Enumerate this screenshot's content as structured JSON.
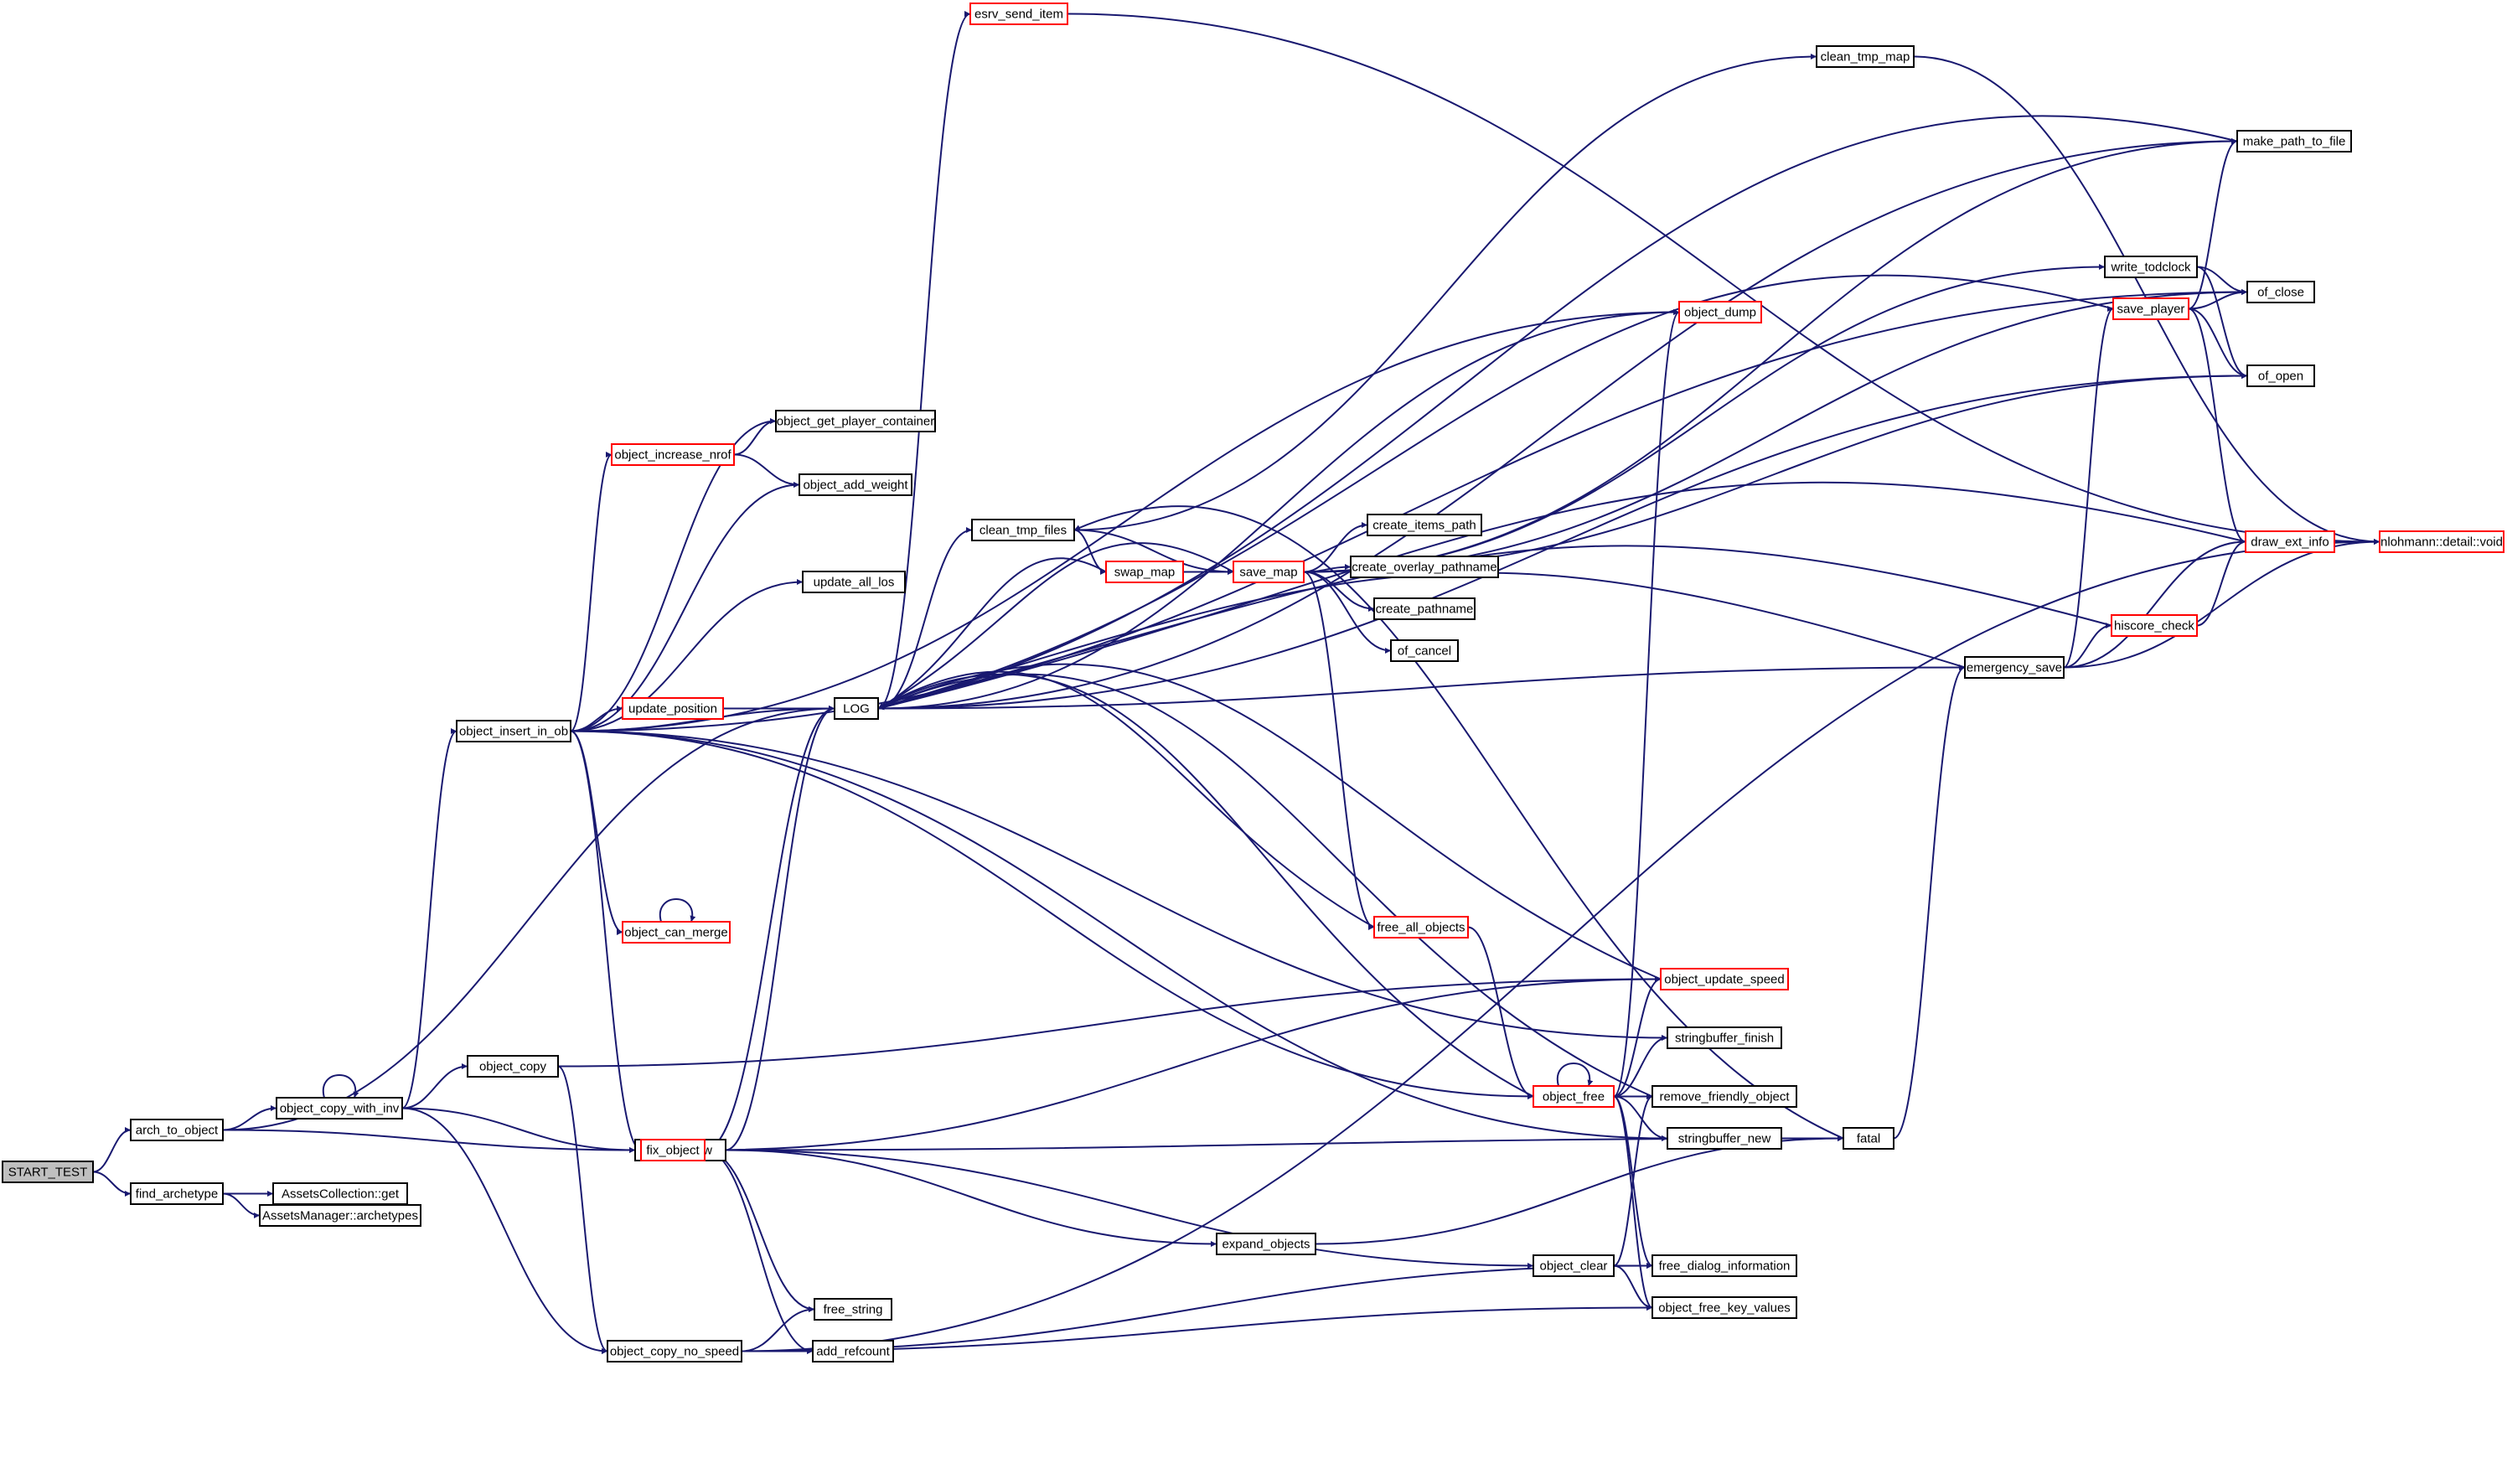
{
  "graph_type": "call graph",
  "colors": {
    "edge": "#191970",
    "box_border": "#000000",
    "highlight_border": "#ff0000",
    "root_fill": "#bfbfbf",
    "background": "#ffffff"
  },
  "nodes": [
    {
      "id": "start_test",
      "label": "START_TEST",
      "root": true,
      "red": false
    },
    {
      "id": "arch_to_object",
      "label": "arch_to_object",
      "red": false
    },
    {
      "id": "find_archetype",
      "label": "find_archetype",
      "red": false
    },
    {
      "id": "object_copy_with_inv",
      "label": "object_copy_with_inv",
      "red": false
    },
    {
      "id": "assetscollection_get",
      "label": "AssetsCollection::get",
      "red": false
    },
    {
      "id": "assetsmanager_archetypes",
      "label": "AssetsManager::archetypes",
      "red": false
    },
    {
      "id": "object_insert_in_ob",
      "label": "object_insert_in_ob",
      "red": false
    },
    {
      "id": "object_copy",
      "label": "object_copy",
      "red": false
    },
    {
      "id": "object_new",
      "label": "object_new",
      "red": false
    },
    {
      "id": "object_copy_no_speed",
      "label": "object_copy_no_speed",
      "red": false
    },
    {
      "id": "object_increase_nrof",
      "label": "object_increase_nrof",
      "red": true
    },
    {
      "id": "object_get_player_container",
      "label": "object_get_player_container",
      "red": false
    },
    {
      "id": "object_add_weight",
      "label": "object_add_weight",
      "red": false
    },
    {
      "id": "update_all_los",
      "label": "update_all_los",
      "red": false
    },
    {
      "id": "update_position",
      "label": "update_position",
      "red": true
    },
    {
      "id": "object_can_merge",
      "label": "object_can_merge",
      "red": true
    },
    {
      "id": "fix_object",
      "label": "fix_object",
      "red": true
    },
    {
      "id": "free_string",
      "label": "free_string",
      "red": false
    },
    {
      "id": "add_refcount",
      "label": "add_refcount",
      "red": false
    },
    {
      "id": "log",
      "label": "LOG",
      "red": false
    },
    {
      "id": "esrv_send_item",
      "label": "esrv_send_item",
      "red": true
    },
    {
      "id": "clean_tmp_files",
      "label": "clean_tmp_files",
      "red": false
    },
    {
      "id": "swap_map",
      "label": "swap_map",
      "red": true
    },
    {
      "id": "save_map",
      "label": "save_map",
      "red": true
    },
    {
      "id": "clean_tmp_map",
      "label": "clean_tmp_map",
      "red": false
    },
    {
      "id": "object_dump",
      "label": "object_dump",
      "red": true
    },
    {
      "id": "create_items_path",
      "label": "create_items_path",
      "red": false
    },
    {
      "id": "create_overlay_pathname",
      "label": "create_overlay_pathname",
      "red": false
    },
    {
      "id": "create_pathname",
      "label": "create_pathname",
      "red": false
    },
    {
      "id": "of_cancel",
      "label": "of_cancel",
      "red": false
    },
    {
      "id": "free_all_objects",
      "label": "free_all_objects",
      "red": true
    },
    {
      "id": "object_update_speed",
      "label": "object_update_speed",
      "red": true
    },
    {
      "id": "stringbuffer_finish",
      "label": "stringbuffer_finish",
      "red": false
    },
    {
      "id": "object_free",
      "label": "object_free",
      "red": true
    },
    {
      "id": "remove_friendly_object",
      "label": "remove_friendly_object",
      "red": false
    },
    {
      "id": "stringbuffer_new",
      "label": "stringbuffer_new",
      "red": false
    },
    {
      "id": "expand_objects",
      "label": "expand_objects",
      "red": false
    },
    {
      "id": "object_clear",
      "label": "object_clear",
      "red": false
    },
    {
      "id": "free_dialog_information",
      "label": "free_dialog_information",
      "red": false
    },
    {
      "id": "object_free_key_values",
      "label": "object_free_key_values",
      "red": false
    },
    {
      "id": "fatal",
      "label": "fatal",
      "red": false
    },
    {
      "id": "emergency_save",
      "label": "emergency_save",
      "red": false
    },
    {
      "id": "make_path_to_file",
      "label": "make_path_to_file",
      "red": false
    },
    {
      "id": "write_todclock",
      "label": "write_todclock",
      "red": false
    },
    {
      "id": "save_player",
      "label": "save_player",
      "red": true
    },
    {
      "id": "of_close",
      "label": "of_close",
      "red": false
    },
    {
      "id": "of_open",
      "label": "of_open",
      "red": false
    },
    {
      "id": "draw_ext_info",
      "label": "draw_ext_info",
      "red": true
    },
    {
      "id": "hiscore_check",
      "label": "hiscore_check",
      "red": true
    },
    {
      "id": "nlohmann_detail_void",
      "label": "nlohmann::detail::void",
      "red": true
    }
  ],
  "edges": [
    [
      "start_test",
      "arch_to_object"
    ],
    [
      "start_test",
      "find_archetype"
    ],
    [
      "arch_to_object",
      "object_copy_with_inv"
    ],
    [
      "arch_to_object",
      "object_new"
    ],
    [
      "arch_to_object",
      "log"
    ],
    [
      "find_archetype",
      "assetscollection_get"
    ],
    [
      "find_archetype",
      "assetsmanager_archetypes"
    ],
    [
      "object_copy_with_inv",
      "object_copy_with_inv"
    ],
    [
      "object_copy_with_inv",
      "object_insert_in_ob"
    ],
    [
      "object_copy_with_inv",
      "object_copy"
    ],
    [
      "object_copy_with_inv",
      "object_new"
    ],
    [
      "object_copy_with_inv",
      "object_copy_no_speed"
    ],
    [
      "object_insert_in_ob",
      "object_increase_nrof"
    ],
    [
      "object_insert_in_ob",
      "object_get_player_container"
    ],
    [
      "object_insert_in_ob",
      "object_add_weight"
    ],
    [
      "object_insert_in_ob",
      "update_all_los"
    ],
    [
      "object_insert_in_ob",
      "update_position"
    ],
    [
      "object_insert_in_ob",
      "log"
    ],
    [
      "object_insert_in_ob",
      "object_can_merge"
    ],
    [
      "object_insert_in_ob",
      "fix_object"
    ],
    [
      "object_insert_in_ob",
      "object_free"
    ],
    [
      "object_insert_in_ob",
      "stringbuffer_finish"
    ],
    [
      "object_insert_in_ob",
      "stringbuffer_new"
    ],
    [
      "object_insert_in_ob",
      "object_dump"
    ],
    [
      "object_insert_in_ob",
      "of_close"
    ],
    [
      "object_increase_nrof",
      "object_get_player_container"
    ],
    [
      "object_increase_nrof",
      "object_add_weight"
    ],
    [
      "update_position",
      "log"
    ],
    [
      "object_can_merge",
      "object_can_merge"
    ],
    [
      "object_copy",
      "object_update_speed"
    ],
    [
      "object_copy",
      "object_copy_no_speed"
    ],
    [
      "object_new",
      "log"
    ],
    [
      "object_new",
      "fatal"
    ],
    [
      "object_new",
      "expand_objects"
    ],
    [
      "object_new",
      "object_clear"
    ],
    [
      "fix_object",
      "log"
    ],
    [
      "fix_object",
      "object_update_speed"
    ],
    [
      "fix_object",
      "free_string"
    ],
    [
      "fix_object",
      "add_refcount"
    ],
    [
      "object_copy_no_speed",
      "free_string"
    ],
    [
      "object_copy_no_speed",
      "add_refcount"
    ],
    [
      "object_copy_no_speed",
      "free_dialog_information"
    ],
    [
      "object_copy_no_speed",
      "object_free_key_values"
    ],
    [
      "object_copy_no_speed",
      "nlohmann_detail_void"
    ],
    [
      "log",
      "esrv_send_item"
    ],
    [
      "log",
      "clean_tmp_files"
    ],
    [
      "log",
      "make_path_to_file"
    ],
    [
      "log",
      "of_open"
    ],
    [
      "log",
      "emergency_save"
    ],
    [
      "log",
      "object_dump"
    ],
    [
      "esrv_send_item",
      "nlohmann_detail_void"
    ],
    [
      "clean_tmp_files",
      "clean_tmp_map"
    ],
    [
      "clean_tmp_files",
      "swap_map"
    ],
    [
      "clean_tmp_files",
      "save_map"
    ],
    [
      "swap_map",
      "save_map"
    ],
    [
      "swap_map",
      "log"
    ],
    [
      "save_map",
      "log"
    ],
    [
      "save_map",
      "create_items_path"
    ],
    [
      "save_map",
      "create_overlay_pathname"
    ],
    [
      "save_map",
      "create_pathname"
    ],
    [
      "save_map",
      "of_cancel"
    ],
    [
      "save_map",
      "free_all_objects"
    ],
    [
      "save_map",
      "make_path_to_file"
    ],
    [
      "save_map",
      "of_close"
    ],
    [
      "save_map",
      "of_open"
    ],
    [
      "save_map",
      "write_todclock"
    ],
    [
      "clean_tmp_map",
      "nlohmann_detail_void"
    ],
    [
      "free_all_objects",
      "log"
    ],
    [
      "free_all_objects",
      "object_free"
    ],
    [
      "object_free",
      "object_free"
    ],
    [
      "object_free",
      "object_update_speed"
    ],
    [
      "object_free",
      "stringbuffer_finish"
    ],
    [
      "object_free",
      "remove_friendly_object"
    ],
    [
      "object_free",
      "stringbuffer_new"
    ],
    [
      "object_free",
      "free_dialog_information"
    ],
    [
      "object_free",
      "object_free_key_values"
    ],
    [
      "object_free",
      "object_dump"
    ],
    [
      "object_free",
      "log"
    ],
    [
      "object_update_speed",
      "log"
    ],
    [
      "remove_friendly_object",
      "log"
    ],
    [
      "stringbuffer_new",
      "fatal"
    ],
    [
      "expand_objects",
      "fatal"
    ],
    [
      "object_clear",
      "free_dialog_information"
    ],
    [
      "object_clear",
      "object_free_key_values"
    ],
    [
      "object_clear",
      "remove_friendly_object"
    ],
    [
      "fatal",
      "emergency_save"
    ],
    [
      "fatal",
      "clean_tmp_files"
    ],
    [
      "emergency_save",
      "save_player"
    ],
    [
      "emergency_save",
      "hiscore_check"
    ],
    [
      "emergency_save",
      "draw_ext_info"
    ],
    [
      "emergency_save",
      "log"
    ],
    [
      "emergency_save",
      "nlohmann_detail_void"
    ],
    [
      "write_todclock",
      "of_close"
    ],
    [
      "write_todclock",
      "of_open"
    ],
    [
      "save_player",
      "log"
    ],
    [
      "save_player",
      "of_close"
    ],
    [
      "save_player",
      "of_open"
    ],
    [
      "save_player",
      "make_path_to_file"
    ],
    [
      "save_player",
      "draw_ext_info"
    ],
    [
      "hiscore_check",
      "draw_ext_info"
    ],
    [
      "hiscore_check",
      "log"
    ],
    [
      "draw_ext_info",
      "log"
    ],
    [
      "draw_ext_info",
      "nlohmann_detail_void"
    ],
    [
      "make_path_to_file",
      "log"
    ]
  ]
}
